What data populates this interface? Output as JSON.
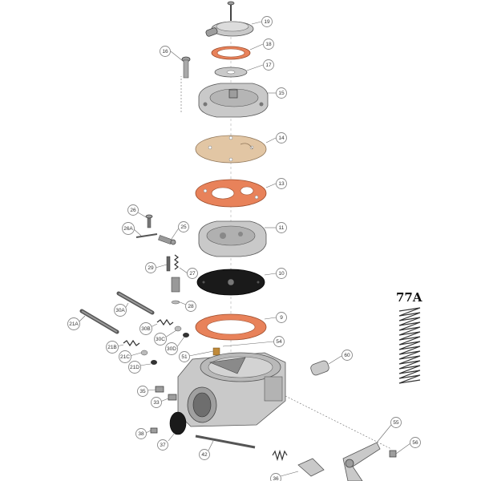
{
  "callouts": [
    {
      "id": "19",
      "label": "19"
    },
    {
      "id": "18",
      "label": "18"
    },
    {
      "id": "17",
      "label": "17"
    },
    {
      "id": "16",
      "label": "16"
    },
    {
      "id": "15",
      "label": "15"
    },
    {
      "id": "14",
      "label": "14"
    },
    {
      "id": "13",
      "label": "13"
    },
    {
      "id": "26",
      "label": "26"
    },
    {
      "id": "25",
      "label": "25"
    },
    {
      "id": "26A",
      "label": "26A"
    },
    {
      "id": "11",
      "label": "11"
    },
    {
      "id": "29",
      "label": "29"
    },
    {
      "id": "27",
      "label": "27"
    },
    {
      "id": "10",
      "label": "10"
    },
    {
      "id": "28",
      "label": "28"
    },
    {
      "id": "30A",
      "label": "30A"
    },
    {
      "id": "21A",
      "label": "21A"
    },
    {
      "id": "9",
      "label": "9"
    },
    {
      "id": "30B",
      "label": "30B"
    },
    {
      "id": "30C",
      "label": "30C"
    },
    {
      "id": "21B",
      "label": "21B"
    },
    {
      "id": "30D",
      "label": "30D"
    },
    {
      "id": "54",
      "label": "54"
    },
    {
      "id": "51",
      "label": "51"
    },
    {
      "id": "21C",
      "label": "21C"
    },
    {
      "id": "60",
      "label": "60"
    },
    {
      "id": "21D",
      "label": "21D"
    },
    {
      "id": "35",
      "label": "35"
    },
    {
      "id": "33",
      "label": "33"
    },
    {
      "id": "55",
      "label": "55"
    },
    {
      "id": "38",
      "label": "38"
    },
    {
      "id": "37",
      "label": "37"
    },
    {
      "id": "56",
      "label": "56"
    },
    {
      "id": "42",
      "label": "42"
    },
    {
      "id": "36",
      "label": "36"
    }
  ],
  "spring_label": "77A"
}
